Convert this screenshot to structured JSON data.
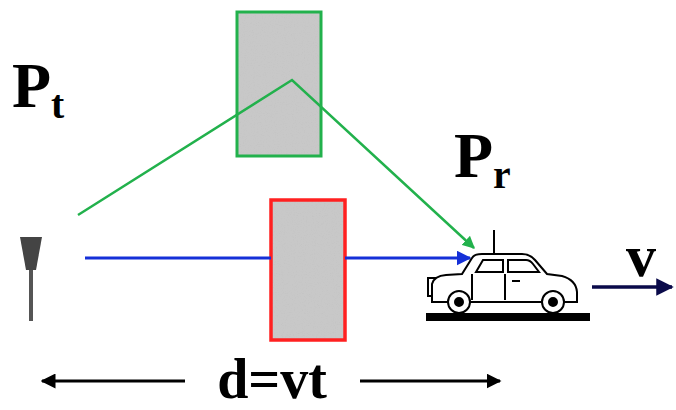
{
  "diagram": {
    "labels": [
      "Pt",
      "Pr",
      "v",
      "d=vt"
    ]
  }
}
